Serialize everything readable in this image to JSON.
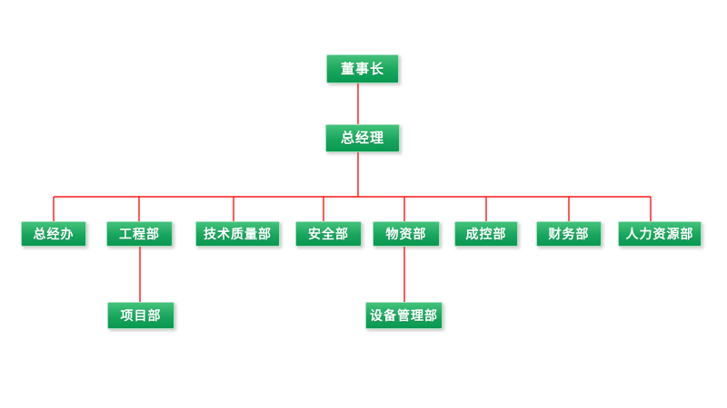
{
  "org_chart": {
    "type": "org-tree",
    "nodes": [
      {
        "id": "chairman",
        "label": "董事长",
        "parent": null
      },
      {
        "id": "general-manager",
        "label": "总经理",
        "parent": "chairman"
      },
      {
        "id": "general-office",
        "label": "总经办",
        "parent": "general-manager"
      },
      {
        "id": "engineering",
        "label": "工程部",
        "parent": "general-manager"
      },
      {
        "id": "tech-quality",
        "label": "技术质量部",
        "parent": "general-manager"
      },
      {
        "id": "safety",
        "label": "安全部",
        "parent": "general-manager"
      },
      {
        "id": "materials",
        "label": "物资部",
        "parent": "general-manager"
      },
      {
        "id": "cost-control",
        "label": "成控部",
        "parent": "general-manager"
      },
      {
        "id": "finance",
        "label": "财务部",
        "parent": "general-manager"
      },
      {
        "id": "human-resources",
        "label": "人力资源部",
        "parent": "general-manager"
      },
      {
        "id": "project",
        "label": "项目部",
        "parent": "engineering"
      },
      {
        "id": "equipment-mgmt",
        "label": "设备管理部",
        "parent": "materials"
      }
    ],
    "colors": {
      "node_gradient_top": "#44c27c",
      "node_gradient_bottom": "#0a9851",
      "node_border": "#a9e0bf",
      "node_text": "#ffffff",
      "connector": "#fe1616",
      "background": "#ffffff"
    }
  }
}
